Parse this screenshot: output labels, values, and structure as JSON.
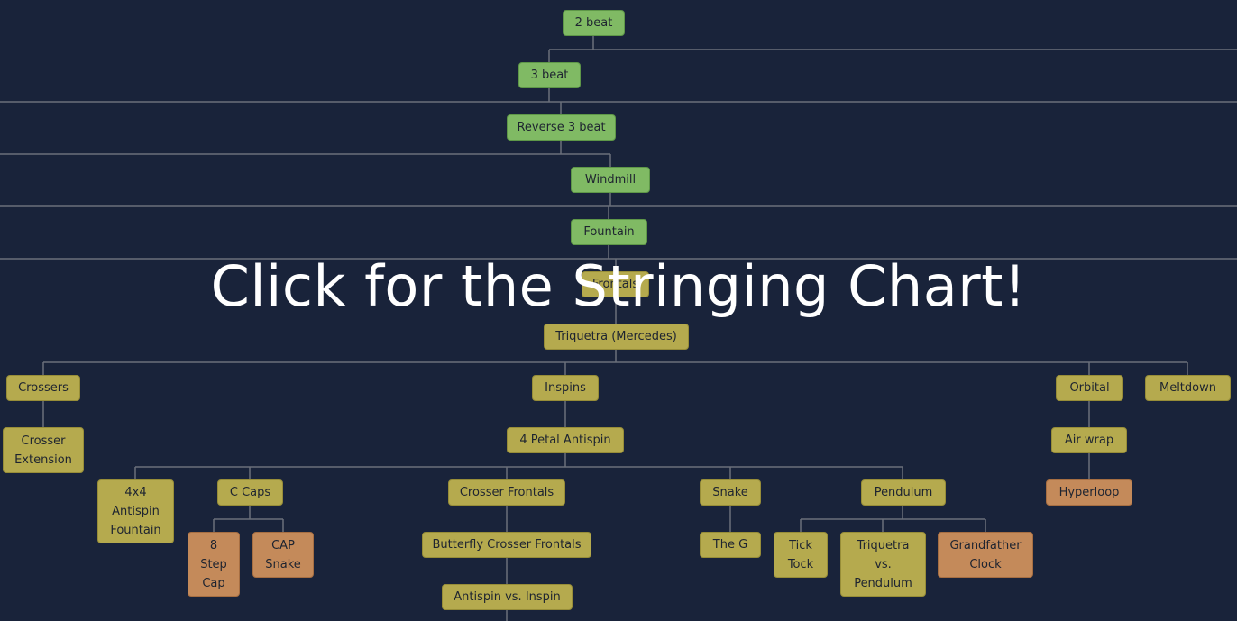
{
  "overlay": {
    "cta_text": "Click for the Stringing Chart!"
  },
  "colors": {
    "background": "#19233a",
    "connector": "#6a6f7a",
    "node_green": "#80ba64",
    "node_olive": "#b5aa4e",
    "node_orange": "#c48a5a"
  },
  "nodes": {
    "two_beat": "2 beat",
    "three_beat": "3 beat",
    "reverse_three_beat": "Reverse 3 beat",
    "windmill": "Windmill",
    "fountain": "Fountain",
    "frontals": "Frontals",
    "triquetra_mercedes": "Triquetra (Mercedes)",
    "crossers": "Crossers",
    "crosser_extension": "Crosser\nExtension",
    "inspins": "Inspins",
    "four_petal_antispin": "4 Petal Antispin",
    "four_by_four": "4x4\nAntispin\nFountain",
    "c_caps": "C Caps",
    "eight_step_cap": "8\nStep\nCap",
    "cap_snake": "CAP\nSnake",
    "crosser_frontals": "Crosser Frontals",
    "butterfly_crosser_frontals": "Butterfly Crosser Frontals",
    "antispin_vs_inspin": "Antispin vs. Inspin",
    "snake": "Snake",
    "the_g": "The G",
    "pendulum": "Pendulum",
    "tick_tock": "Tick\nTock",
    "triquetra_vs_pendulum": "Triquetra\nvs.\nPendulum",
    "grandfather_clock": "Grandfather\nClock",
    "orbital": "Orbital",
    "air_wrap": "Air wrap",
    "hyperloop": "Hyperloop",
    "meltdown": "Meltdown"
  }
}
